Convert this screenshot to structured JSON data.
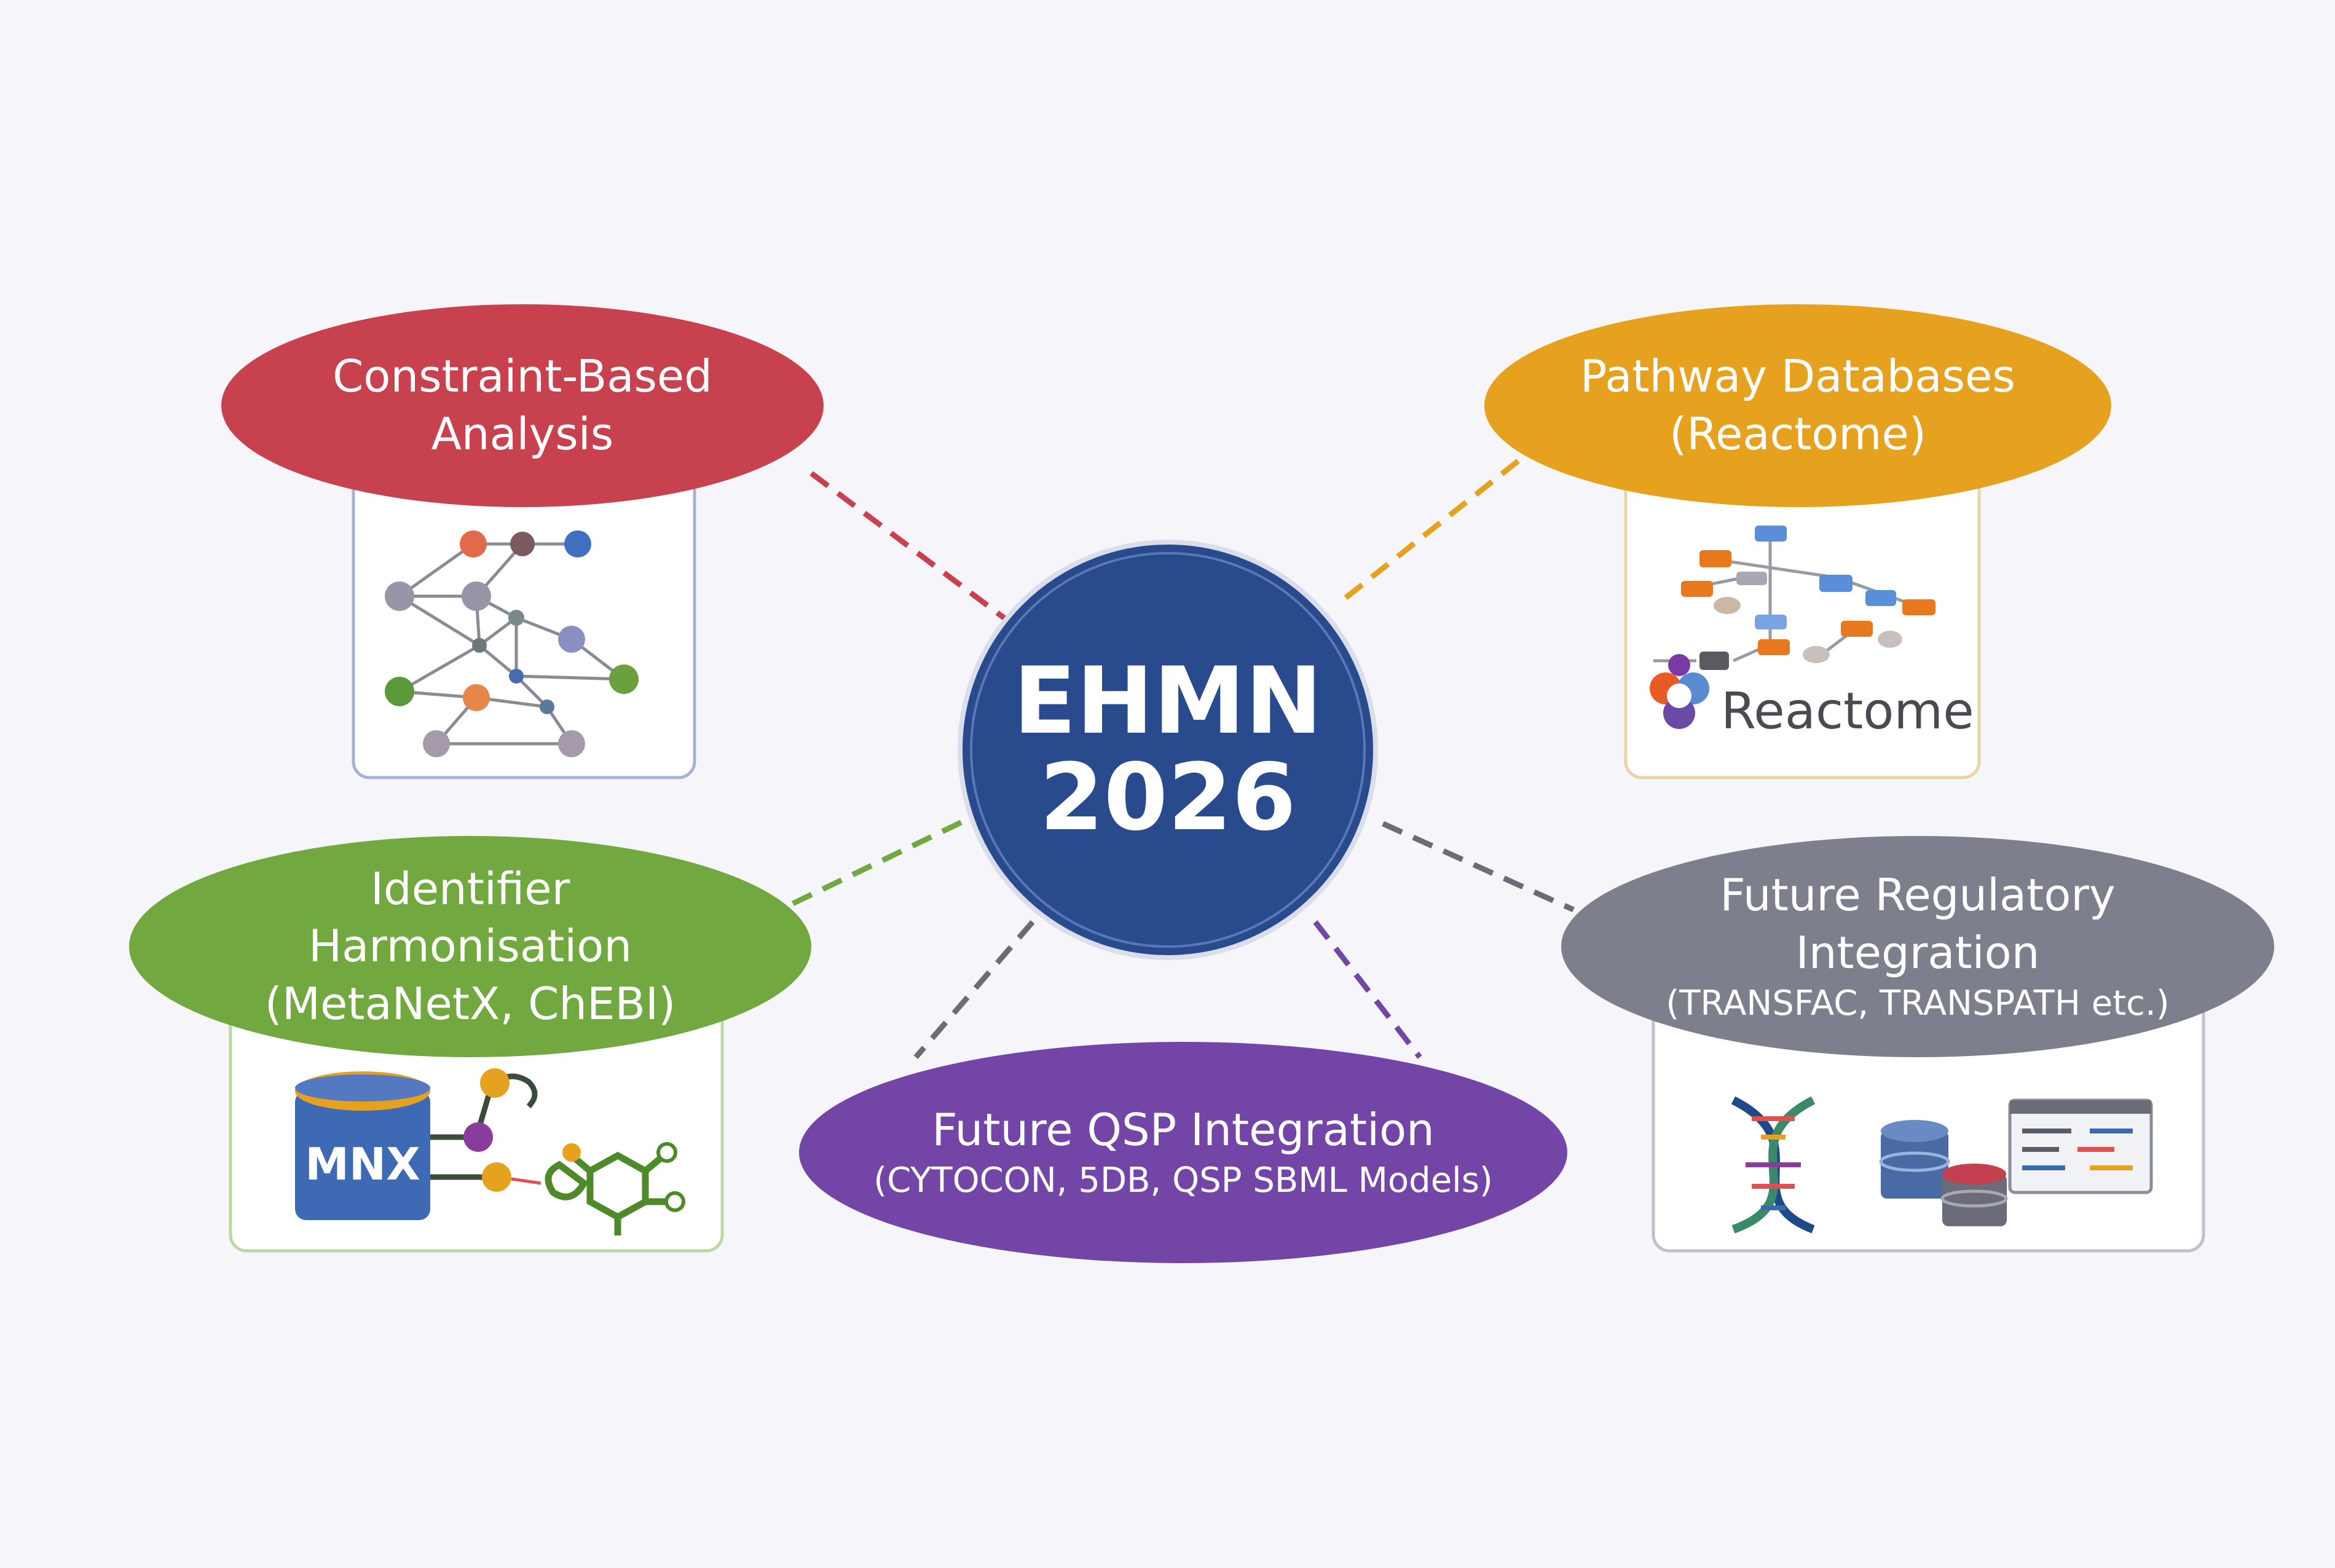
{
  "center": {
    "line1": "EHMN",
    "line2": "2026",
    "color": "#2a4a8e"
  },
  "nodes": {
    "constraint": {
      "line1": "Constraint-Based",
      "line2": "Analysis",
      "color": "#c8414f",
      "icon": "network-graph-icon"
    },
    "pathway": {
      "line1": "Pathway Databases",
      "line2": "(Reactome)",
      "color": "#e6a21e",
      "icon": "pathway-diagram-icon",
      "logo_text": "Reactome"
    },
    "identifier": {
      "line1": "Identifier",
      "line2": "Harmonisation",
      "line3": "(MetaNetX, ChEBI)",
      "color": "#72a840",
      "icon": "database-molecule-icon",
      "badge": "MNX"
    },
    "qsp": {
      "line1": "Future QSP Integration",
      "line2": "(CYTOCON, 5DB, QSP SBML Models)",
      "color": "#7245a6"
    },
    "regulatory": {
      "line1": "Future Regulatory",
      "line2": "Integration",
      "line3": "(TRANSFAC, TRANSPATH etc.)",
      "color": "#7d7f8c",
      "icon": "dna-database-icon"
    }
  }
}
